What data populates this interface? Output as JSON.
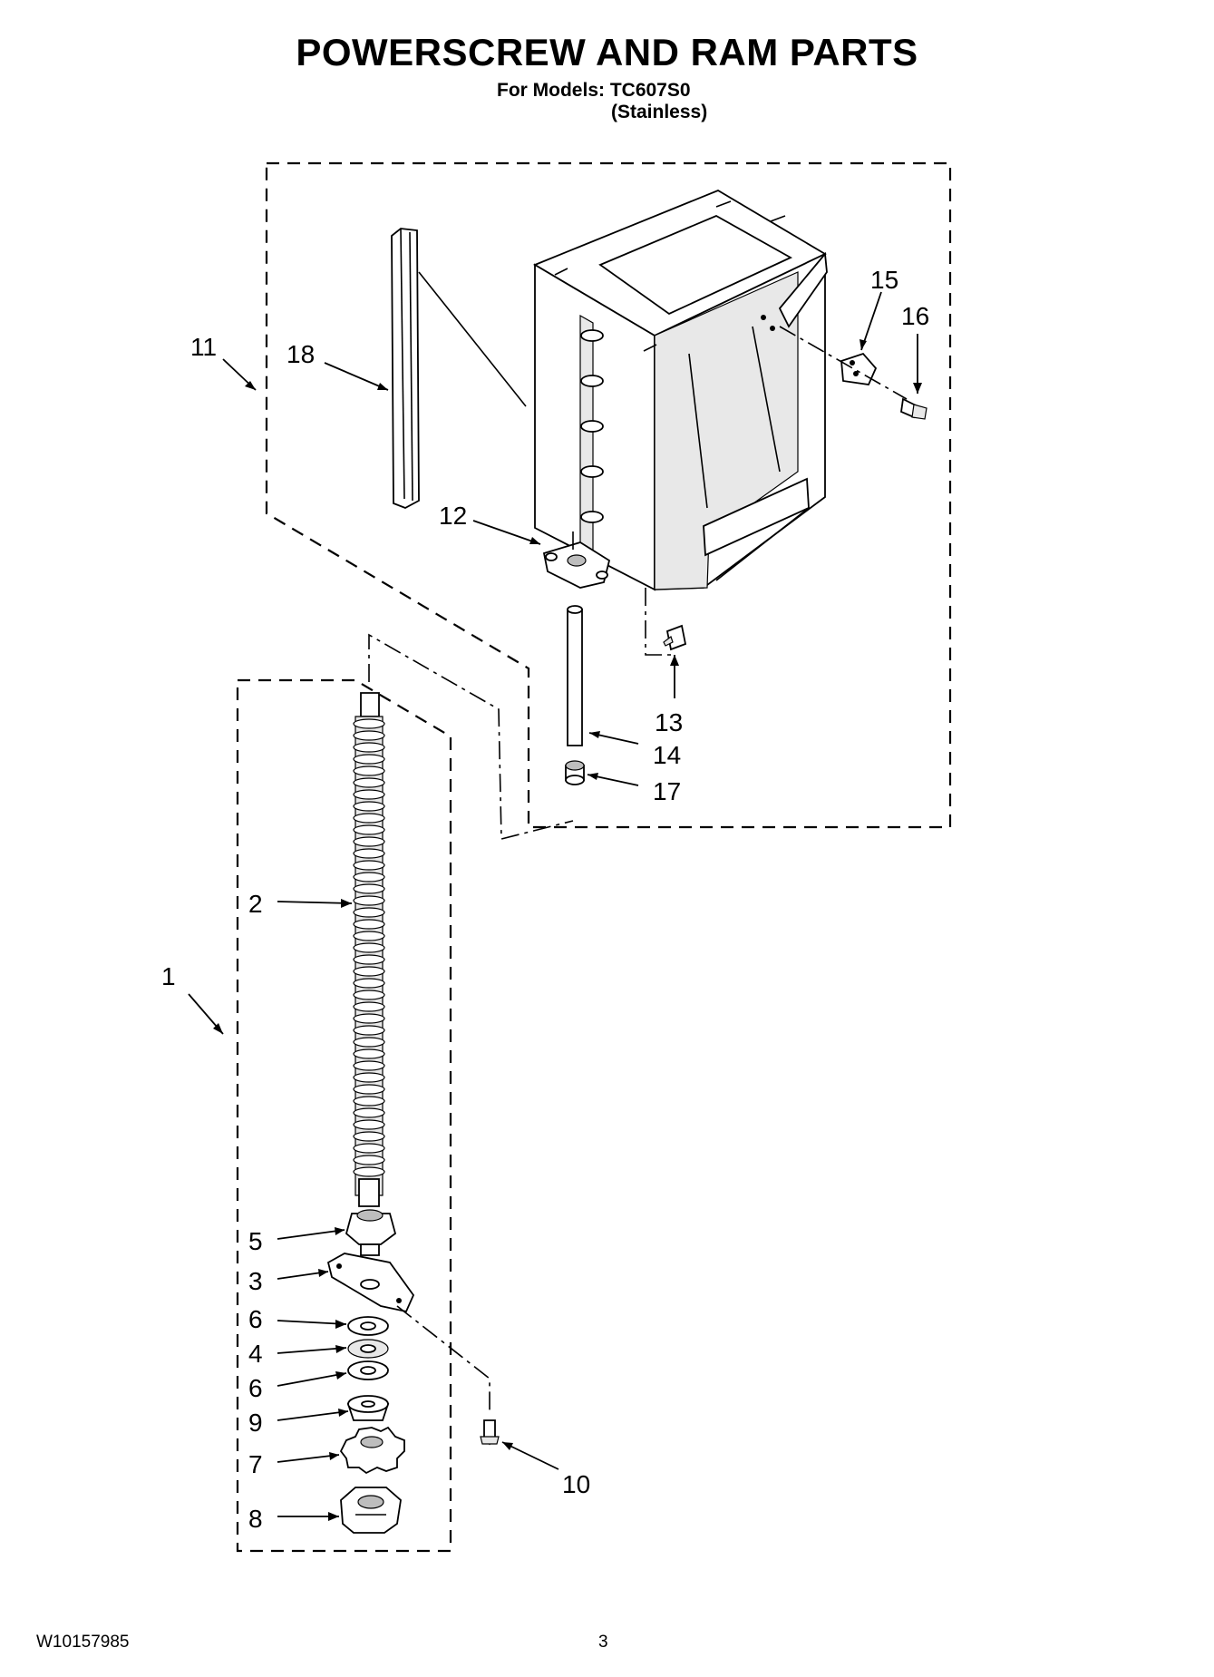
{
  "header": {
    "title": "POWERSCREW AND RAM PARTS",
    "models_line": "For Models: TC607S0",
    "variant_line": "(Stainless)"
  },
  "footer": {
    "document_number": "W10157985",
    "page_number": "3"
  },
  "callouts": {
    "c1": "1",
    "c2": "2",
    "c3": "3",
    "c4": "4",
    "c5": "5",
    "c6a": "6",
    "c6b": "6",
    "c7": "7",
    "c8": "8",
    "c9": "9",
    "c10": "10",
    "c11": "11",
    "c12": "12",
    "c13": "13",
    "c14": "14",
    "c15": "15",
    "c16": "16",
    "c17": "17",
    "c18": "18"
  }
}
